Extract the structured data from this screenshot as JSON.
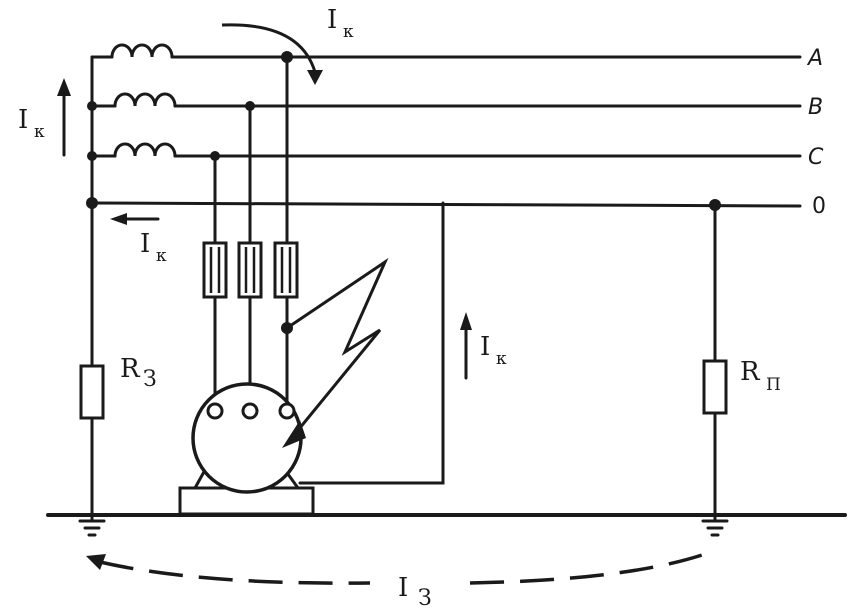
{
  "lines": {
    "a": "A",
    "b": "B",
    "c": "C",
    "zero": "0"
  },
  "currents": {
    "fault_main": "I",
    "fault_main_sub": "к",
    "fault_left": "I",
    "fault_left_sub": "к",
    "fault_neutral": "I",
    "fault_neutral_sub": "к",
    "fault_enclosure": "I",
    "fault_enclosure_sub": "к",
    "ground": "I",
    "ground_sub": "З"
  },
  "resistors": {
    "r_ground": "R",
    "r_ground_sub": "З",
    "r_repeat": "R",
    "r_repeat_sub": "П"
  },
  "icons": {
    "source_windings": "inductor-coil-icon",
    "fuses": "fuse-icon",
    "motor": "motor-icon",
    "lightning": "fault-lightning-icon",
    "ground": "ground-icon"
  }
}
